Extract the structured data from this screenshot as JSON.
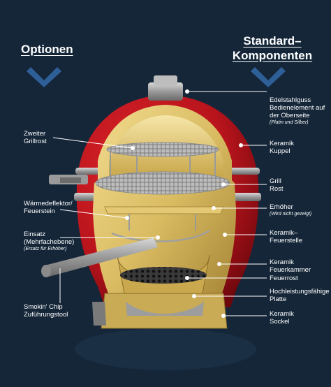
{
  "headings": {
    "left": "Optionen",
    "right_line1": "Standard–",
    "right_line2": "Komponenten"
  },
  "colors": {
    "background": "#142638",
    "chevron": "#2f5f99",
    "shell_red": "#b8141c",
    "interior_gold": "#d9bb62",
    "label_text": "#ffffff"
  },
  "icons": {
    "left_chevron": "chevron-down-icon",
    "right_chevron": "chevron-down-icon"
  },
  "labels_left": {
    "zweiter_grillrost": {
      "line1": "Zweiter",
      "line2": "Grillrost"
    },
    "waermedeflektor": {
      "line1": "Wärmedeflektor/",
      "line2": "Feuerstein"
    },
    "einsatz": {
      "line1": "Einsatz",
      "line2": "(Mehrfachebene)",
      "note": "(Ersatz für Erhöher)"
    },
    "smokin_chip": {
      "line1": "Smokin' Chip",
      "line2": "Zuführungstool"
    }
  },
  "labels_right": {
    "edelstahlguss": {
      "line1": "Edelstahlguss",
      "line2": "Bedienelement auf",
      "line3": "der Oberseite",
      "note": "(Platin und Silber)"
    },
    "keramik_kuppel": {
      "line1": "Keramik",
      "line2": "Kuppel"
    },
    "grill_rost": {
      "line1": "Grill",
      "line2": "Rost"
    },
    "erhoeher": {
      "line1": "Erhöher",
      "note": "(Wird nicht gezeigt)"
    },
    "keramik_feuerstelle": {
      "line1": "Keramik–",
      "line2": "Feuerstelle"
    },
    "keramik_feuerkammer": {
      "line1": "Keramik",
      "line2": "Feuerkammer"
    },
    "feuerrost": {
      "line1": "Feuerrost"
    },
    "hochleistung": {
      "line1": "Hochleistungsfähige",
      "line2": "Platte"
    },
    "keramik_sockel": {
      "line1": "Keramik",
      "line2": "Sockel"
    }
  }
}
